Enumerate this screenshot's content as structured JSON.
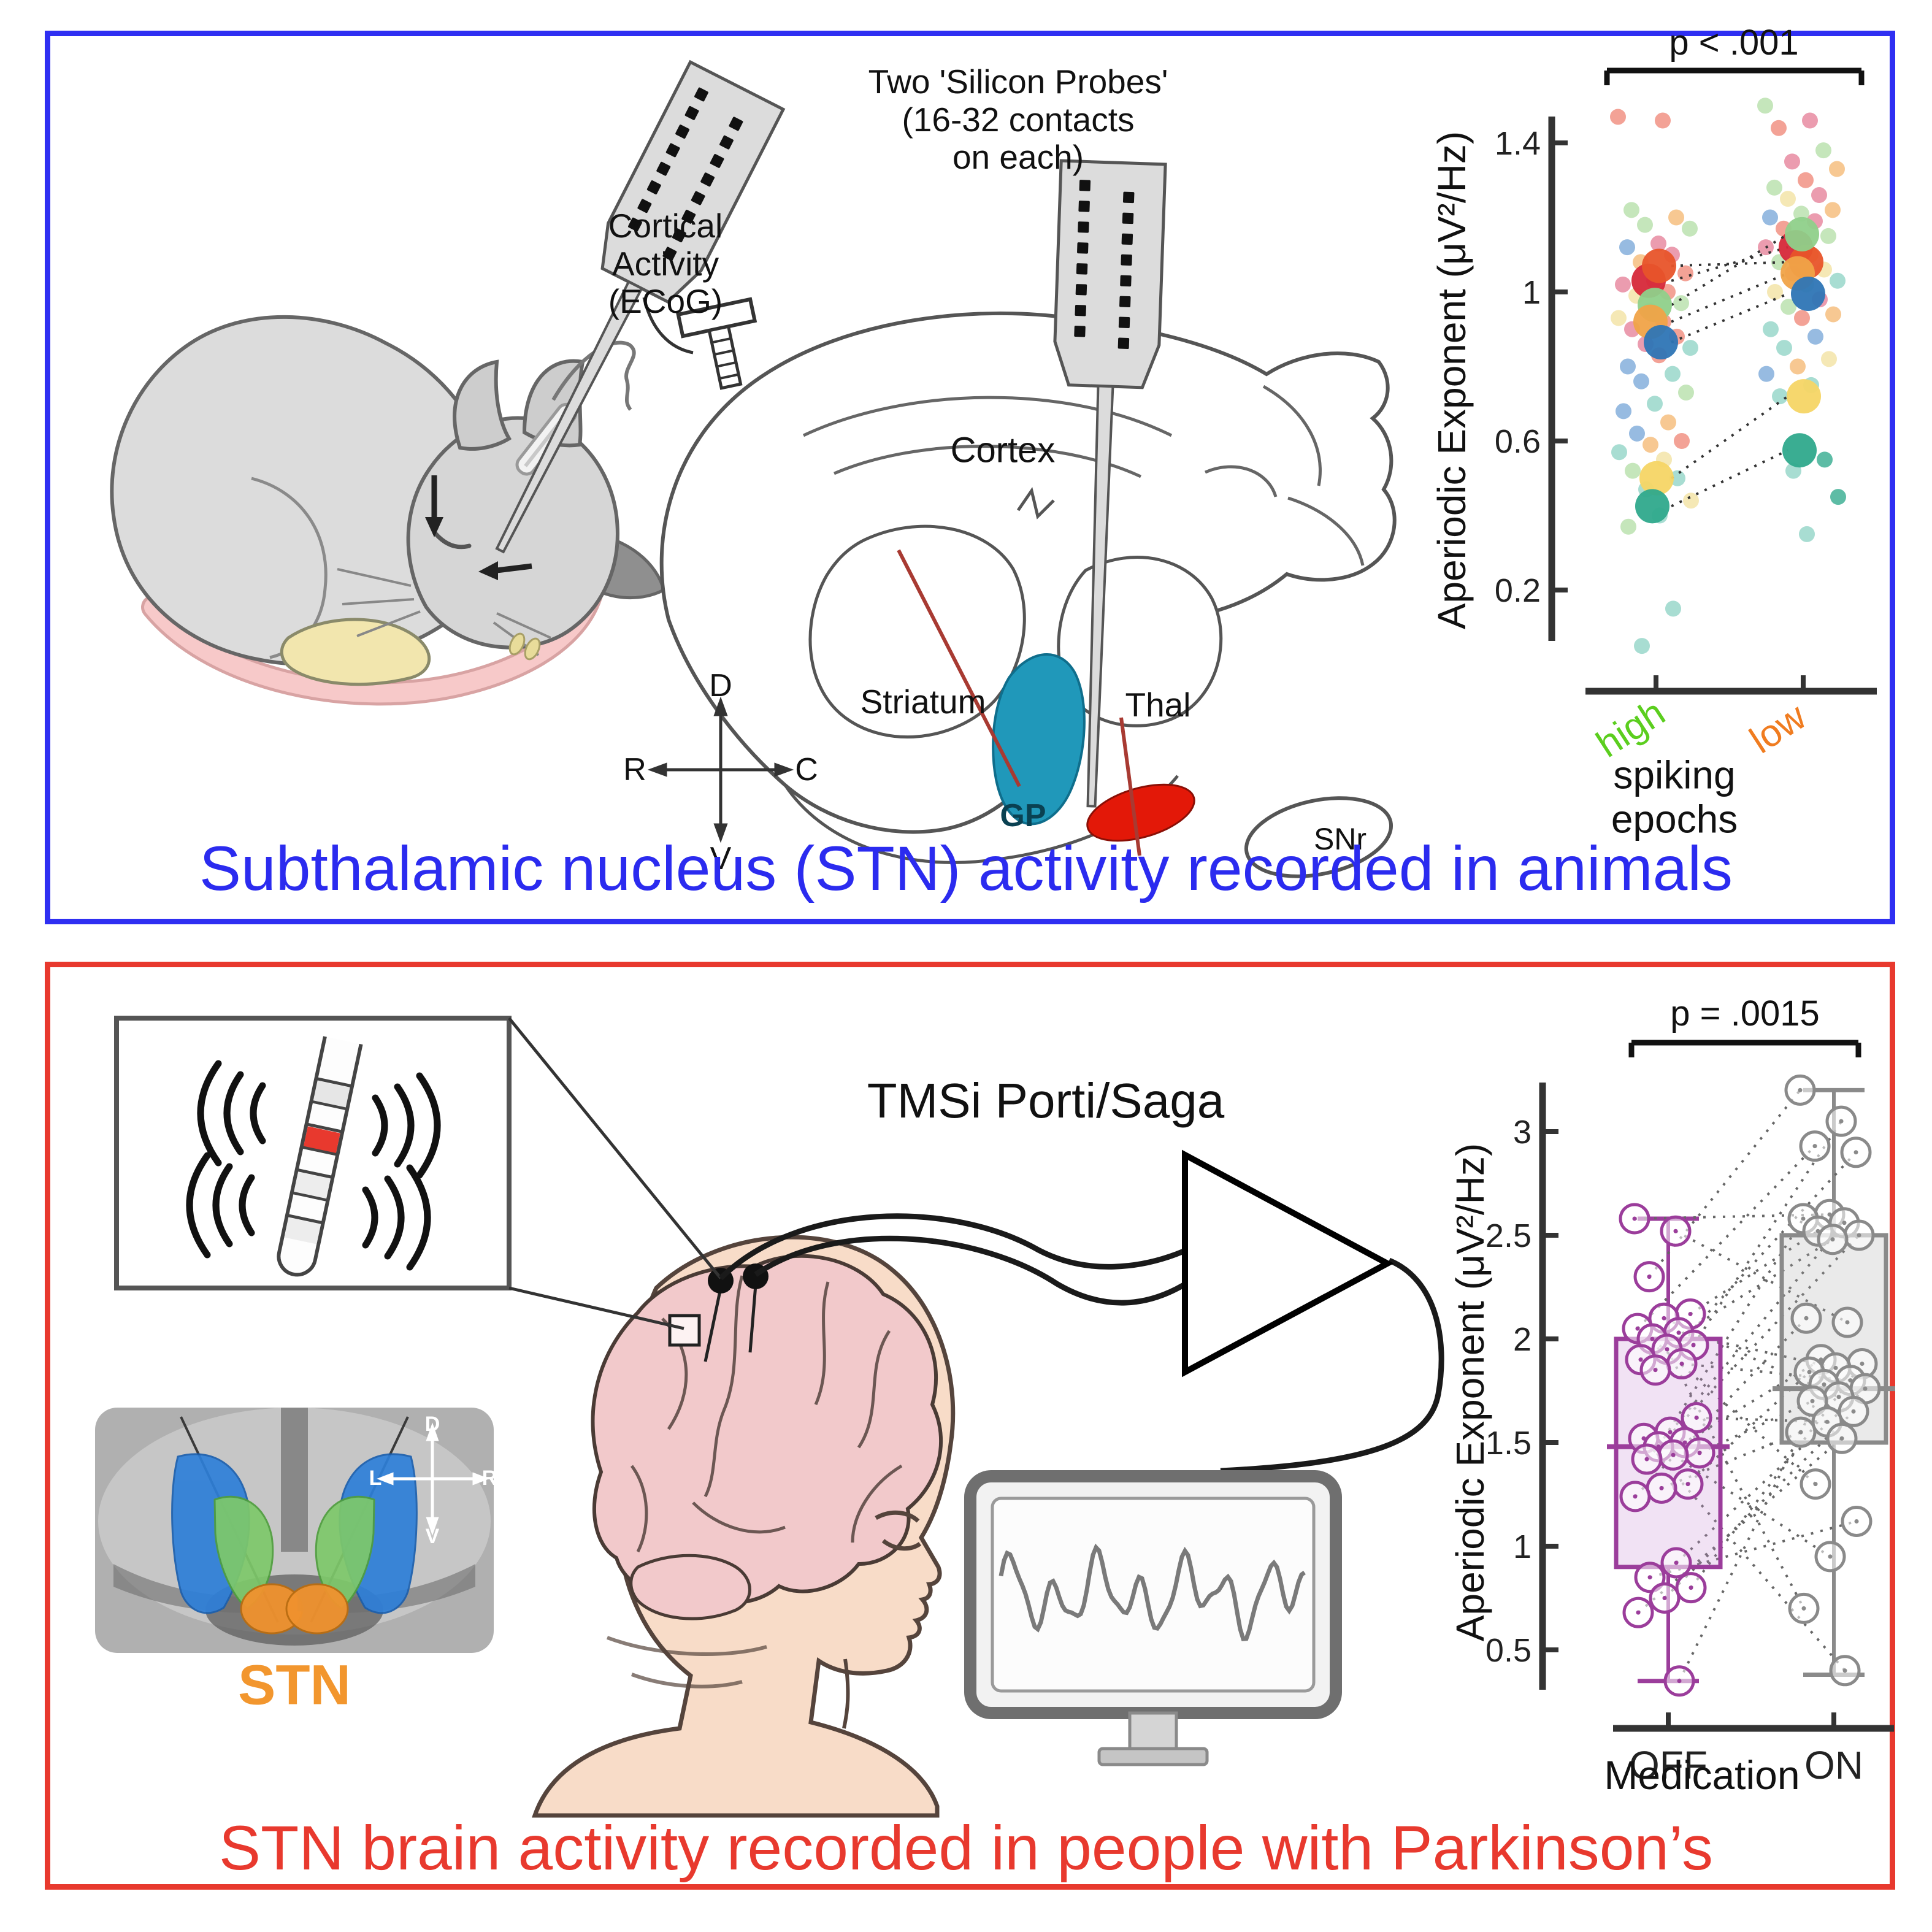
{
  "top_panel": {
    "border_color": "#2f2ff2",
    "title": "Subthalamic nucleus (STN) activity recorded in animals",
    "title_color": "#2b2bef",
    "probe_label": "Two 'Silicon Probes'\n(16-32 contacts\non each)",
    "ecog_label": "Cortical\nActivity\n(ECoG)",
    "regions": {
      "cortex": "Cortex",
      "striatum": "Striatum",
      "thal": "Thal",
      "gp": "GP",
      "snr": "SNr"
    },
    "compass": {
      "up": "D",
      "down": "V",
      "left": "R",
      "right": "C"
    }
  },
  "bottom_panel": {
    "border_color": "#e8392e",
    "title": "STN brain activity recorded in people with Parkinson’s",
    "title_color": "#e8392e",
    "amp_label": "TMSi Porti/Saga",
    "stn_label": "STN",
    "stn_label_color": "#f2962e",
    "mri_compass": {
      "up": "D",
      "down": "V",
      "left": "L",
      "right": "R"
    }
  },
  "chart_data": [
    {
      "id": "animal-scatter",
      "type": "scatter",
      "title": "",
      "p_label": "p < .001",
      "ylabel": "Aperiodic Exponent (μV²/Hz)",
      "xlabel": "spiking epochs",
      "categories": [
        "high",
        "low"
      ],
      "category_colors": [
        "#5bce1e",
        "#f07c20"
      ],
      "ylim": [
        0,
        1.5
      ],
      "yticks": [
        1.4,
        1,
        0.6,
        0.2
      ],
      "ytick_labels": [
        "1.4",
        "1",
        "0.6",
        "0.2"
      ],
      "grid": false,
      "palette": {
        "r": "#f08878",
        "g": "#b5dfa8",
        "t": "#8fd4c5",
        "T": "#2fa98c",
        "b": "#7aa8d8",
        "o": "#f5b873",
        "y": "#f2e2a0",
        "p": "#e58098"
      },
      "large_pairs": [
        {
          "color": "#d62839",
          "high": 1.03,
          "low": 1.12
        },
        {
          "color": "#e8542a",
          "high": 1.07,
          "low": 1.08
        },
        {
          "color": "#8fd08a",
          "high": 0.965,
          "low": 1.155
        },
        {
          "color": "#f0a348",
          "high": 0.92,
          "low": 1.05
        },
        {
          "color": "#2e75b5",
          "high": 0.865,
          "low": 0.995
        },
        {
          "color": "#f6d565",
          "high": 0.5,
          "low": 0.72
        },
        {
          "color": "#2fa98c",
          "high": 0.425,
          "low": 0.575
        }
      ],
      "small_points": {
        "high_v": [
          1.47,
          1.46,
          1.22,
          1.2,
          1.18,
          1.17,
          1.13,
          1.12,
          1.1,
          1.08,
          1.05,
          1.03,
          1.02,
          1.0,
          0.99,
          0.97,
          0.95,
          0.93,
          0.92,
          0.9,
          0.88,
          0.86,
          0.85,
          0.83,
          0.8,
          0.78,
          0.76,
          0.73,
          0.7,
          0.68,
          0.65,
          0.62,
          0.6,
          0.59,
          0.57,
          0.55,
          0.52,
          0.5,
          0.47,
          0.44,
          0.4,
          0.37,
          0.15,
          0.05
        ],
        "high_c": [
          "r",
          "r",
          "g",
          "o",
          "g",
          "g",
          "p",
          "b",
          "p",
          "o",
          "r",
          "r",
          "p",
          "r",
          "y",
          "g",
          "t",
          "y",
          "r",
          "p",
          "r",
          "p",
          "t",
          "r",
          "b",
          "t",
          "b",
          "g",
          "t",
          "b",
          "o",
          "b",
          "r",
          "o",
          "t",
          "y",
          "g",
          "t",
          "t",
          "y",
          "t",
          "g",
          "t",
          "t"
        ],
        "low_v": [
          1.5,
          1.46,
          1.44,
          1.38,
          1.35,
          1.33,
          1.3,
          1.28,
          1.26,
          1.25,
          1.22,
          1.21,
          1.2,
          1.19,
          1.17,
          1.15,
          1.13,
          1.12,
          1.1,
          1.08,
          1.06,
          1.05,
          1.03,
          1.02,
          1.0,
          0.98,
          0.96,
          0.94,
          0.93,
          0.9,
          0.88,
          0.85,
          0.82,
          0.8,
          0.78,
          0.75,
          0.72,
          0.55,
          0.52,
          0.45,
          0.35
        ],
        "low_c": [
          "g",
          "p",
          "r",
          "g",
          "p",
          "o",
          "r",
          "g",
          "p",
          "y",
          "o",
          "g",
          "b",
          "p",
          "r",
          "g",
          "p",
          "p",
          "o",
          "g",
          "y",
          "r",
          "t",
          "g",
          "y",
          "p",
          "g",
          "o",
          "r",
          "t",
          "b",
          "t",
          "y",
          "o",
          "b",
          "t",
          "t",
          "T",
          "t",
          "T",
          "t"
        ]
      }
    },
    {
      "id": "human-box",
      "type": "box",
      "title": "",
      "p_label": "p = .0015",
      "ylabel": "Aperiodic Exponent (μV²/Hz)",
      "xlabel": "Medication",
      "categories": [
        "OFF",
        "ON"
      ],
      "ylim": [
        0.2,
        3.4
      ],
      "yticks": [
        3,
        2.5,
        2,
        1.5,
        1,
        0.5
      ],
      "ytick_labels": [
        "3",
        "2.5",
        "2",
        "1.5",
        "1",
        "0.5"
      ],
      "grid": false,
      "boxes": [
        {
          "label": "OFF",
          "color": "#9b3d9b",
          "fill": "rgba(200,140,210,0.25)",
          "q1": 0.9,
          "median": 1.48,
          "q3": 2.0,
          "whisker_low": 0.35,
          "whisker_high": 2.58,
          "points": [
            2.58,
            2.52,
            2.3,
            2.12,
            2.1,
            2.05,
            2.03,
            2.0,
            1.97,
            1.95,
            1.9,
            1.88,
            1.85,
            1.62,
            1.55,
            1.52,
            1.5,
            1.48,
            1.45,
            1.44,
            1.42,
            1.3,
            1.28,
            1.24,
            0.92,
            0.85,
            0.8,
            0.75,
            0.68,
            0.35
          ]
        },
        {
          "label": "ON",
          "color": "#8a8a8a",
          "fill": "rgba(170,170,170,0.25)",
          "q1": 1.5,
          "median": 1.76,
          "q3": 2.5,
          "whisker_low": 0.38,
          "whisker_high": 3.2,
          "points": [
            3.2,
            3.05,
            2.93,
            2.9,
            2.6,
            2.58,
            2.56,
            2.52,
            2.5,
            2.48,
            2.1,
            2.08,
            1.9,
            1.88,
            1.86,
            1.84,
            1.8,
            1.78,
            1.76,
            1.72,
            1.7,
            1.65,
            1.6,
            1.55,
            1.52,
            1.3,
            1.12,
            0.95,
            0.7,
            0.4
          ]
        }
      ],
      "pair_map": [
        4,
        11,
        0,
        7,
        19,
        2,
        14,
        25,
        1,
        28,
        9,
        16,
        3,
        22,
        6,
        29,
        12,
        5,
        20,
        27,
        8,
        15,
        23,
        10,
        18,
        26,
        13,
        21,
        24,
        17
      ]
    }
  ]
}
